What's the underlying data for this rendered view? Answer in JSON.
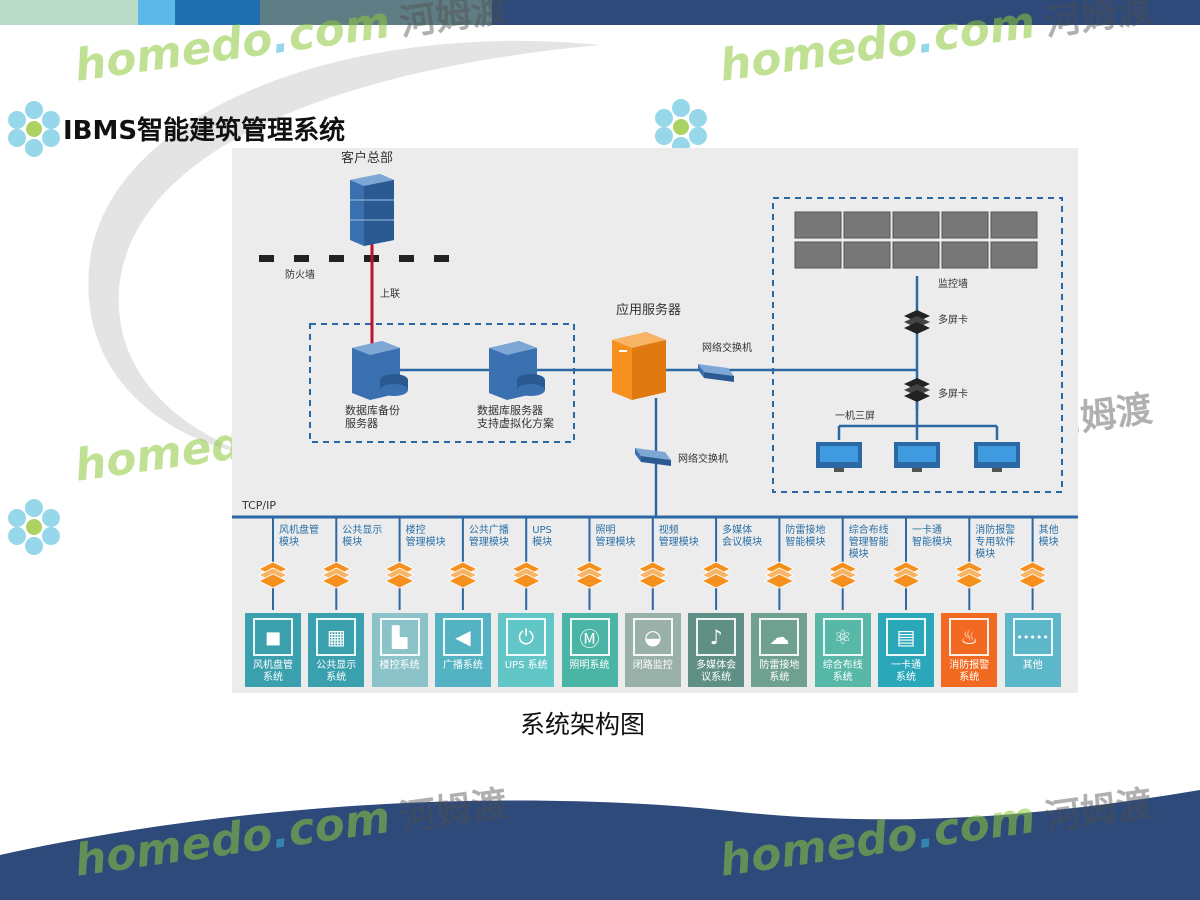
{
  "slide_title": "IBMS智能建筑管理系统",
  "caption": "系统架构图",
  "watermark": {
    "text_en": "homedo",
    "dot": ".",
    "com": "com",
    "text_cn": "河姆渡"
  },
  "colors": {
    "topbar": "#2d4a7a",
    "topbar_segments": [
      "#b8dcc8",
      "#5bb8e8",
      "#1f6fb0",
      "#5f7d84"
    ],
    "server_orange": "#f5901e",
    "server_blue": "#3a6fb0",
    "fire_box": "#f26a21",
    "uplink_red": "#c0102b",
    "bus_blue": "#2b68a4"
  },
  "diagram": {
    "hq_label": "客户总部",
    "firewall_label": "防火墙",
    "uplink_label": "上联",
    "db_backup_label": "数据库备份\n服务器",
    "db_server_label": "数据库服务器\n支持虚拟化方案",
    "app_server_label": "应用服务器",
    "switch1_label": "网络交换机",
    "switch2_label": "网络交换机",
    "monitor_wall_label": "监控墙",
    "multiscreen1_label": "多屏卡",
    "multiscreen2_label": "多屏卡",
    "one_three_label": "一机三屏",
    "bus_label": "TCP/IP"
  },
  "modules": [
    {
      "label": "风机盘管\n模块",
      "system": "风机盘管\n系统",
      "color": "#3aa0ad",
      "icon": "cube-icon",
      "glyph": "◼"
    },
    {
      "label": "公共显示\n模块",
      "system": "公共显示\n系统",
      "color": "#3aa0ad",
      "icon": "keyboard-icon",
      "glyph": "▦"
    },
    {
      "label": "楼控\n管理模块",
      "system": "楼控系统",
      "color": "#8cc3c9",
      "icon": "building-icon",
      "glyph": "▙"
    },
    {
      "label": "公共广播\n管理模块",
      "system": "广播系统",
      "color": "#53b3c2",
      "icon": "megaphone-icon",
      "glyph": "◀"
    },
    {
      "label": "UPS\n模块",
      "system": "UPS 系统",
      "color": "#62c6c6",
      "icon": "power-icon",
      "glyph": "⏻"
    },
    {
      "label": "照明\n管理模块",
      "system": "照明系统",
      "color": "#4bb5a5",
      "icon": "lamp-icon",
      "glyph": "Ⓜ"
    },
    {
      "label": "视频\n管理模块",
      "system": "闭路监控",
      "color": "#9ab1a9",
      "icon": "camera-icon",
      "glyph": "◒"
    },
    {
      "label": "多媒体\n会议模块",
      "system": "多媒体会\n议系统",
      "color": "#608f85",
      "icon": "microphone-icon",
      "glyph": "♪"
    },
    {
      "label": "防雷接地\n智能模块",
      "system": "防雷接地\n系统",
      "color": "#70a090",
      "icon": "cloud-lightning-icon",
      "glyph": "☁"
    },
    {
      "label": "综合布线\n管理智能\n模块",
      "system": "综合布线\n系统",
      "color": "#57b8a8",
      "icon": "atom-icon",
      "glyph": "⚛"
    },
    {
      "label": "一卡通\n智能模块",
      "system": "一卡通\n系统",
      "color": "#2aa7b8",
      "icon": "id-card-icon",
      "glyph": "▤"
    },
    {
      "label": "消防报警\n专用软件\n模块",
      "system": "消防报警\n系统",
      "color": "#f26a21",
      "icon": "fire-extinguisher-icon",
      "glyph": "♨"
    },
    {
      "label": "其他\n模块",
      "system": "其他",
      "color": "#5cb8c8",
      "icon": "dots-icon",
      "glyph": "•••••"
    }
  ]
}
